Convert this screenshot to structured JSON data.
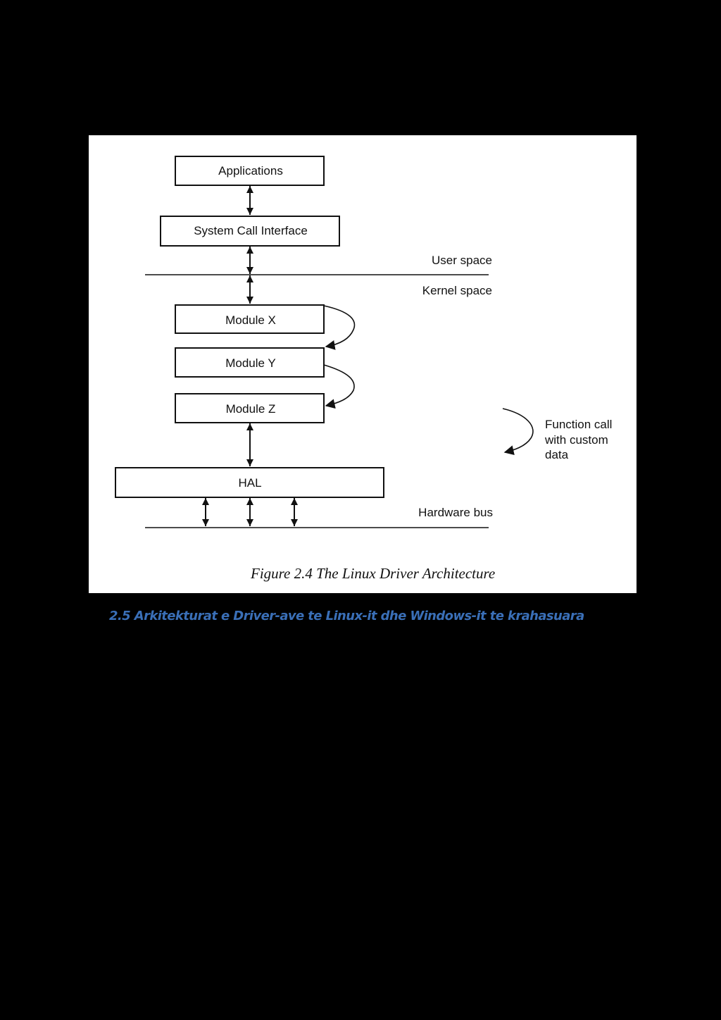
{
  "colors": {
    "page_background": "#000000",
    "figure_background": "#ffffff",
    "stroke": "#111111",
    "heading": "#3a6fb7"
  },
  "diagram": {
    "boxes": {
      "applications": "Applications",
      "system_call_interface": "System Call Interface",
      "module_x": "Module X",
      "module_y": "Module Y",
      "module_z": "Module Z",
      "hal": "HAL"
    },
    "boundaries": {
      "user_space": "User space",
      "kernel_space": "Kernel space",
      "hardware_bus": "Hardware bus"
    },
    "legend": {
      "icon": "curved-arrow-icon",
      "lines": [
        "Function call",
        "with custom",
        "data"
      ]
    },
    "caption": "Figure 2.4 The Linux Driver Architecture"
  },
  "section_heading": "2.5 Arkitekturat e Driver-ave te Linux-it dhe Windows-it te krahasuara"
}
